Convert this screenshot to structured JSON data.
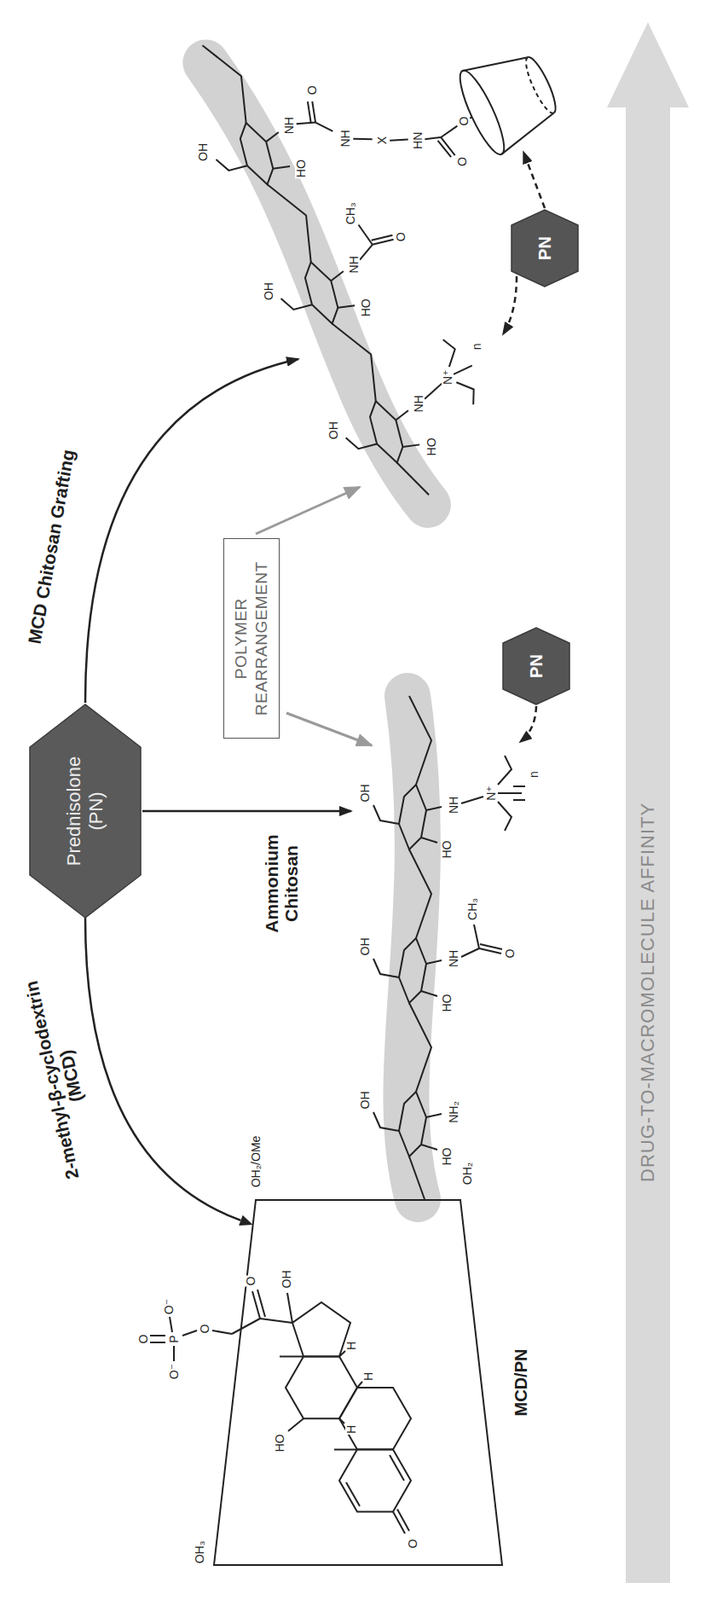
{
  "diagram": {
    "nodes": [
      {
        "text": [
          "Prednisolone (PN)"
        ]
      },
      {
        "text": [
          "POLYMER REARRANGEMENT"
        ]
      },
      {
        "text": [
          "MCD/PN"
        ]
      },
      {
        "text": [
          "PN"
        ]
      },
      {
        "text": [
          "PN"
        ]
      },
      {
        "text": [
          "DRUG-TO-MACROMOLECULE AFFINITY"
        ]
      }
    ],
    "edges": [
      {
        "from": 0,
        "to": 2,
        "arrow": "to",
        "label": "2-methyl-β-cyclodextrin (MCD)"
      }
    ],
    "labels": [
      "Ammonium Chitosan",
      "MCD Chitosan Grafting",
      "O",
      "O⁻",
      "P",
      "O⁻",
      "O",
      "O",
      "OH",
      "HO",
      "H",
      "H",
      "H",
      "O",
      "OH₃",
      "OH₂/OMe",
      "OH₂",
      "OH",
      "HO",
      "NH₂",
      "OH",
      "HO",
      "NH",
      "O",
      "CH₃",
      "OH",
      "HO",
      "NH",
      "N⁺",
      "n",
      "OH",
      "HO",
      "NH",
      "N⁺",
      "n",
      "OH",
      "HO",
      "NH",
      "O",
      "CH₃",
      "OH",
      "HO",
      "NH",
      "O",
      "NH",
      "X",
      "HN",
      "O",
      "O"
    ]
  }
}
